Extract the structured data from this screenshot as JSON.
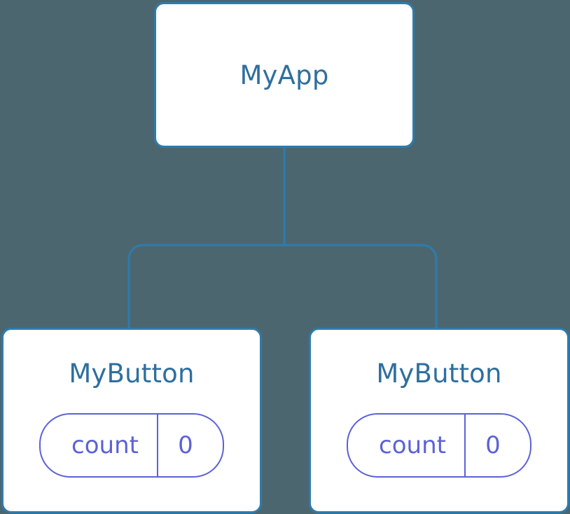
{
  "diagram": {
    "type": "component-tree",
    "background_color": "#4c6670",
    "node_border_color": "#2e7cad",
    "node_fill_color": "#ffffff",
    "title_color": "#2e6f9e",
    "pill_color": "#5b62d6",
    "connector_color": "#2e7cad",
    "root": {
      "label": "MyApp"
    },
    "children": [
      {
        "label": "MyButton",
        "state": {
          "key": "count",
          "value": "0"
        }
      },
      {
        "label": "MyButton",
        "state": {
          "key": "count",
          "value": "0"
        }
      }
    ]
  }
}
